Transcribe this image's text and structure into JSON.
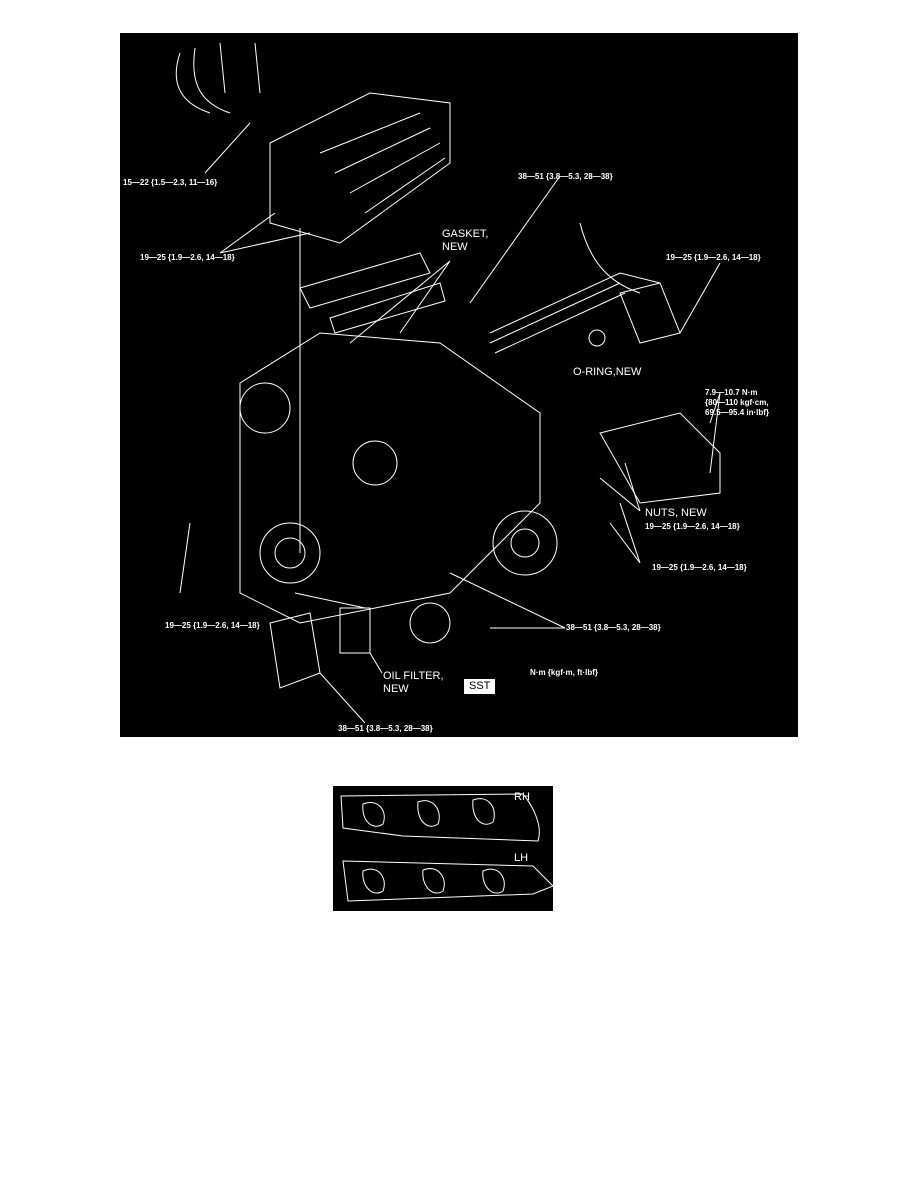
{
  "diagram": {
    "torque_labels": {
      "upper_left": "15—22 {1.5—2.3, 11—16}",
      "intake_bolts": "19—25 {1.9—2.6, 14—18}",
      "bracket_top": "38—51 {3.8—5.3, 28—38}",
      "distributor": "19—25 {1.9—2.6, 14—18}",
      "heat_shield_line1": "7.9—10.7 N·m",
      "heat_shield_line2": "{80—110 kgf·cm,",
      "heat_shield_line3": "69.5—95.4 in·lbf}",
      "nuts_torque": "19—25 {1.9—2.6, 14—18}",
      "alternator_bracket": "19—25 {1.9—2.6, 14—18}",
      "left_bolt": "19—25 {1.9—2.6, 14—18}",
      "alternator_bolts": "38—51 {3.8—5.3, 28—38}",
      "oil_filter_adapter": "38—51 {3.8—5.3, 28—38}"
    },
    "callouts": {
      "gasket_line1": "GASKET,",
      "gasket_line2": "NEW",
      "oring": "O-RING,NEW",
      "nuts": "NUTS, NEW",
      "oil_filter_line1": "OIL FILTER,",
      "oil_filter_line2": "NEW",
      "sst": "SST",
      "units": "N·m {kgf·m, ft·lbf}"
    }
  },
  "gasket_detail": {
    "rh": "RH",
    "lh": "LH"
  }
}
